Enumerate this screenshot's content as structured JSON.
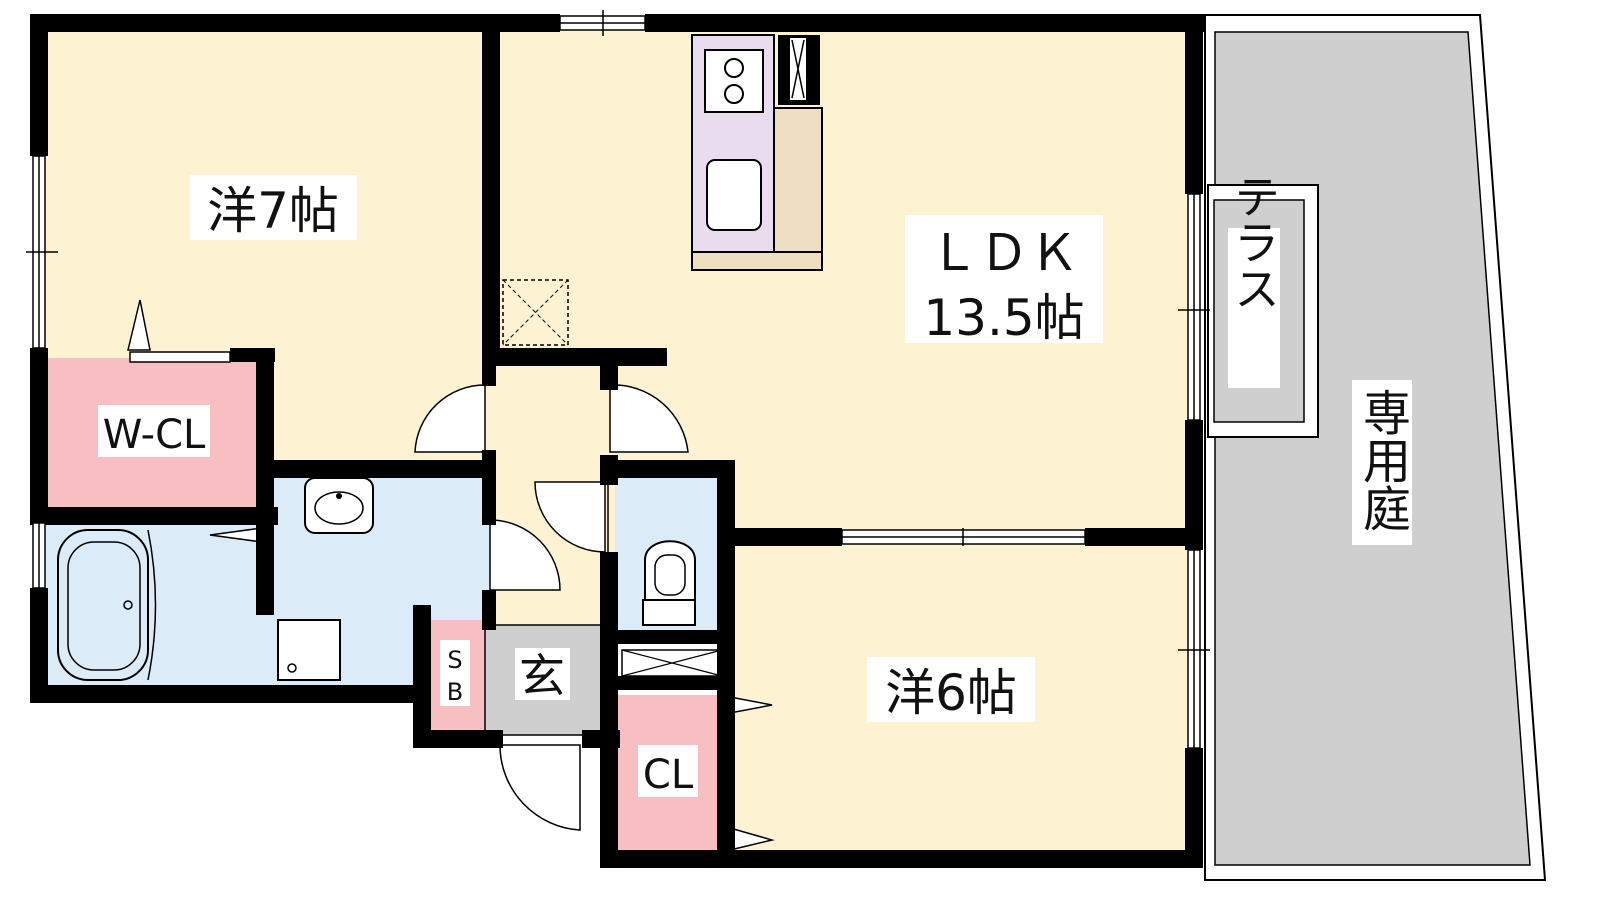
{
  "rooms": {
    "western7": {
      "label": "洋7帖"
    },
    "ldk": {
      "label_line1": "ＬＤＫ",
      "label_line2": "13.5帖"
    },
    "terrace": {
      "label": "テラス"
    },
    "garden": {
      "label": "専用庭"
    },
    "wcl": {
      "label": "W-CL"
    },
    "sb": {
      "label_top": "S",
      "label_bottom": "B"
    },
    "entrance": {
      "label": "玄"
    },
    "western6": {
      "label": "洋6帖"
    },
    "cl": {
      "label": "CL"
    }
  },
  "colors": {
    "room": "#fdf3d2",
    "wet": "#dcebf8",
    "closet": "#f7bfc2",
    "kitchen": "#e9dcef",
    "counter": "#efdfc2",
    "entrance": "#cfcfcf",
    "garden": "#cfcfcf",
    "wall": "#000000"
  }
}
